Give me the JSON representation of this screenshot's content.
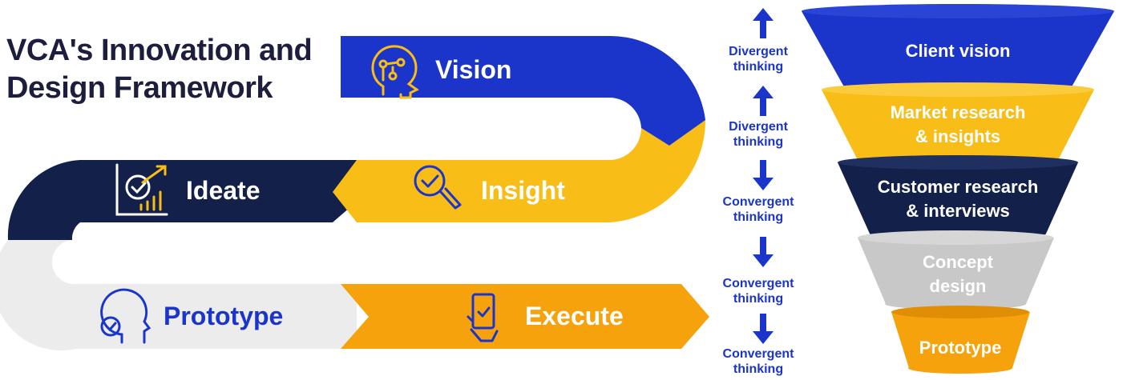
{
  "title": {
    "line1": "VCA's Innovation and",
    "line2": "Design Framework"
  },
  "stages": {
    "vision": "Vision",
    "insight": "Insight",
    "ideate": "Ideate",
    "prototype": "Prototype",
    "execute": "Execute"
  },
  "thinking": [
    {
      "line1": "Divergent",
      "line2": "thinking",
      "direction": "up"
    },
    {
      "line1": "Divergent",
      "line2": "thinking",
      "direction": "up"
    },
    {
      "line1": "Convergent",
      "line2": "thinking",
      "direction": "down"
    },
    {
      "line1": "Convergent",
      "line2": "thinking",
      "direction": "down"
    },
    {
      "line1": "Convergent",
      "line2": "thinking",
      "direction": "down"
    }
  ],
  "funnel": [
    {
      "line1": "Client vision",
      "line2": "",
      "color": "#1b34c9"
    },
    {
      "line1": "Market research",
      "line2": "& insights",
      "color": "#f8bd17"
    },
    {
      "line1": "Customer research",
      "line2": "& interviews",
      "color": "#13214a"
    },
    {
      "line1": "Concept",
      "line2": "design",
      "color": "#c8c8c8"
    },
    {
      "line1": "Prototype",
      "line2": "",
      "color": "#f5a20c"
    }
  ],
  "colors": {
    "blue": "#1b34c9",
    "yellow": "#f8bd17",
    "navy": "#13214a",
    "light_gray": "#ececec",
    "orange": "#f5a20c"
  }
}
